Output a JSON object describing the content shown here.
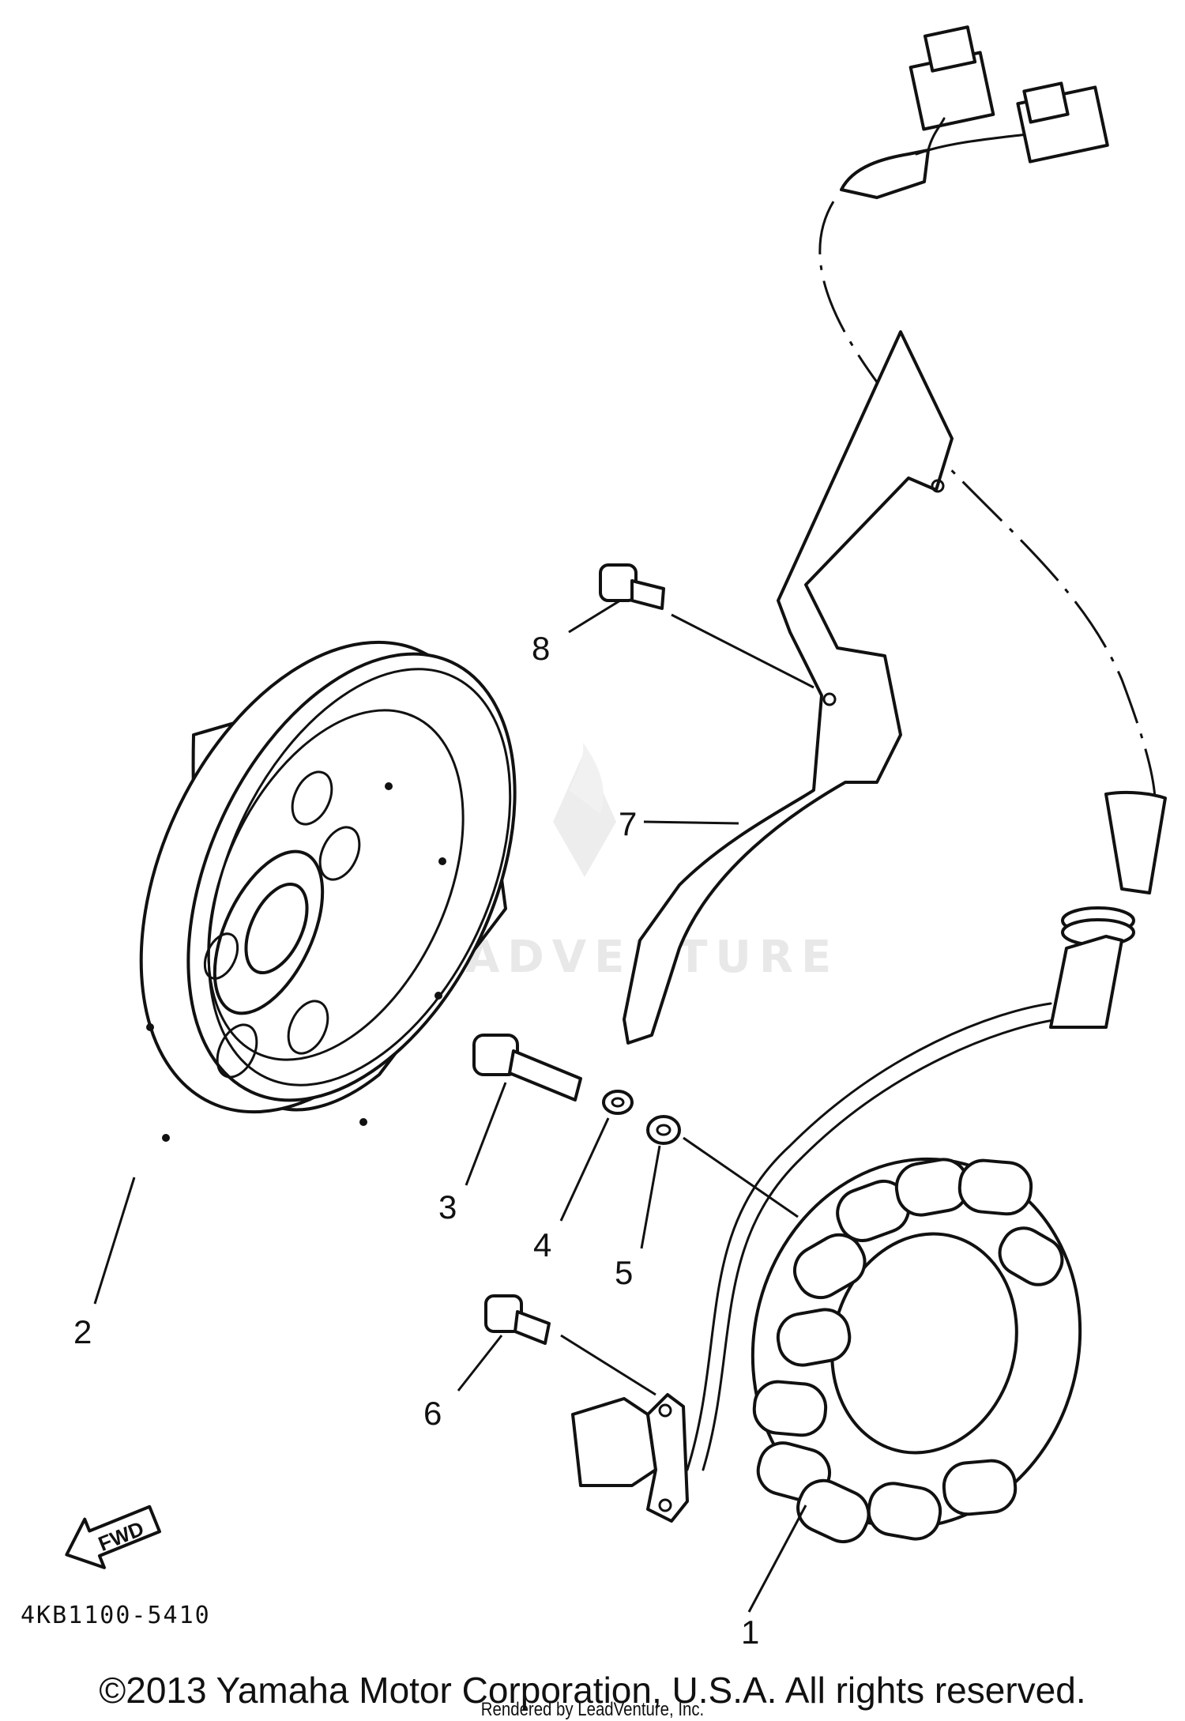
{
  "diagram": {
    "callouts": [
      {
        "id": "1",
        "label": "1"
      },
      {
        "id": "2",
        "label": "2"
      },
      {
        "id": "3",
        "label": "3"
      },
      {
        "id": "4",
        "label": "4"
      },
      {
        "id": "5",
        "label": "5"
      },
      {
        "id": "6",
        "label": "6"
      },
      {
        "id": "7",
        "label": "7"
      },
      {
        "id": "8",
        "label": "8"
      }
    ],
    "fwd_label": "FWD",
    "diagram_code": "4KB1100-5410",
    "watermark": "LEADVENTURE"
  },
  "footer": {
    "copyright": "©2013 Yamaha Motor Corporation, U.S.A. All rights reserved.",
    "rendered_by": "Rendered by LeadVenture, Inc."
  }
}
